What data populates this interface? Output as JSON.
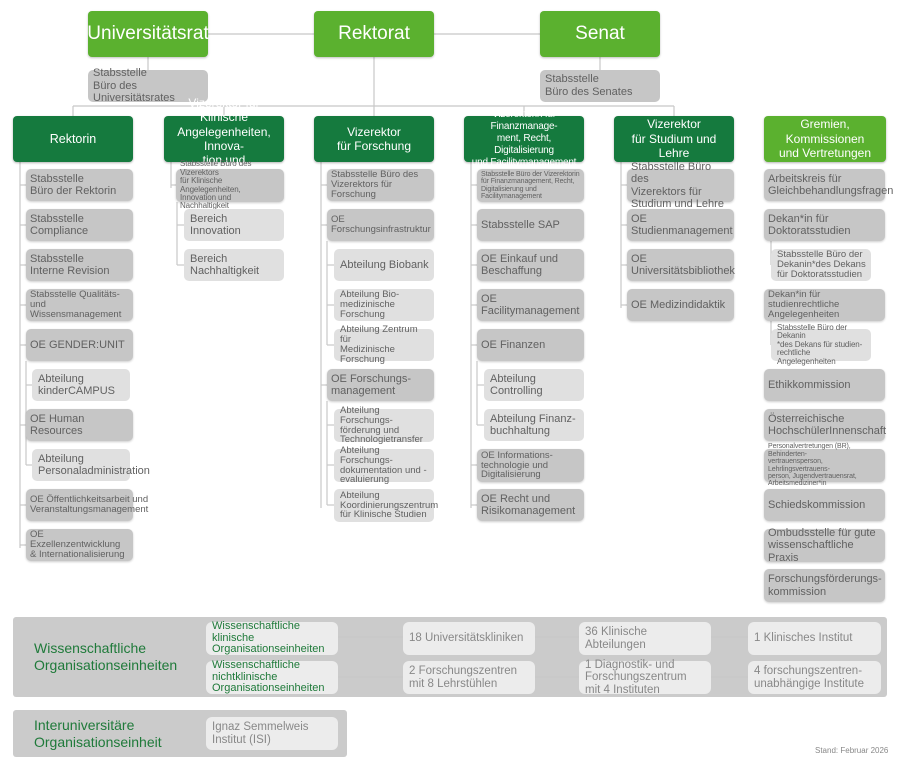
{
  "top_boxes": [
    {
      "id": "universitaetsrat",
      "label": "Universitätsrat"
    },
    {
      "id": "rektorat",
      "label": "Rektorat"
    },
    {
      "id": "senat",
      "label": "Senat"
    }
  ],
  "top_staff": [
    {
      "id": "buero-universitaetsrat",
      "label": "Stabsstelle\nBüro des Universitätsrates"
    },
    {
      "id": "buero-senat",
      "label": "Stabsstelle\nBüro des Senates"
    }
  ],
  "columns": [
    {
      "head": "Rektorin",
      "items": [
        "Stabsstelle\nBüro der Rektorin",
        "Stabsstelle Compliance",
        "Stabsstelle\nInterne Revision",
        "Stabsstelle Qualitäts- und\nWissensmanagement",
        "OE GENDER:UNIT",
        "Abteilung\nkinderCAMPUS",
        "OE Human Resources",
        "Abteilung\nPersonaladministration",
        "OE Öffentlichkeitsarbeit und\nVeranstaltungsmanagement",
        "OE Exzellenzentwicklung\n& Internationalisierung"
      ]
    },
    {
      "head": "Vizerektor für Klinische\nAngelegenheiten, Innova-\ntion und Nachhaltigkeit",
      "items": [
        "Stabsstelle Büro des Vizerektors\nfür Klinische Angelegenheiten,\nInnovation und Nachhaltigkeit",
        "Bereich Innovation",
        "Bereich Nachhaltigkeit"
      ]
    },
    {
      "head": "Vizerektor\nfür Forschung",
      "items": [
        "Stabsstelle Büro des\nVizerektors für Forschung",
        "OE Forschungsinfrastruktur",
        "Abteilung Biobank",
        "Abteilung Bio-\nmedizinische Forschung",
        "Abteilung Zentrum für\nMedizinische Forschung",
        "OE Forschungs-\nmanagement",
        "Abteilung Forschungs-\nförderung und\nTechnologietransfer",
        "Abteilung Forschungs-\ndokumentation und -\nevaluierung",
        "Abteilung\nKoordinierungszentrum\nfür Klinische Studien"
      ]
    },
    {
      "head": "Vizerektorin für Finanzmanage-\nment, Recht, Digitalisierung\nund Facilitymanagement",
      "items": [
        "Stabsstelle Büro der Vizerektorin\nfür Finanzmanagement, Recht,\nDigitalisierung und Facilitymanagement",
        "Stabsstelle SAP",
        "OE Einkauf und\nBeschaffung",
        "OE Facilitymanagement",
        "OE Finanzen",
        "Abteilung Controlling",
        "Abteilung Finanz-\nbuchhaltung",
        "OE Informations-\ntechnologie und\nDigitalisierung",
        "OE Recht und\nRisikomanagement"
      ]
    },
    {
      "head": "Vizerektor\nfür Studium und Lehre",
      "items": [
        "Stabsstelle Büro des\nVizerektors für\nStudium und Lehre",
        "OE Studienmanagement",
        "OE Universitätsbibliothek",
        "OE Medizindidaktik"
      ]
    },
    {
      "head": "Gremien, Kommissionen\nund Vertretungen",
      "items": [
        "Arbeitskreis für\nGleichbehandlungsfragen",
        "Dekan*in für\nDoktoratsstudien",
        "Stabsstelle Büro der\nDekanin*des Dekans\nfür Doktoratsstudien",
        "Dekan*in für\nstudienrechtliche\nAngelegenheiten",
        "Stabsstelle Büro der Dekanin\n*des Dekans für studien-\nrechtliche Angelegenheiten",
        "Ethikkommission",
        "Österreichische\nHochschülerInnenschaft",
        "Personalvertretungen (BR), Behinderten-\nvertrauensperson, Lehrlingsvertrauens-\nperson, Jugendvertrauensrat,\nArbeitsmediziner*in",
        "Schiedskommission",
        "Ombudsstelle für gute\nwissenschaftliche Praxis",
        "Forschungsförderungs-\nkommission"
      ]
    }
  ],
  "panel_wiss": {
    "title": "Wissenschaftliche\nOrganisationseinheiten",
    "row1": [
      "Wissenschaftliche\nklinische\nOrganisationseinheiten",
      "18 Universitätskliniken",
      "36 Klinische Abteilungen",
      "1 Klinisches Institut"
    ],
    "row2": [
      "Wissenschaftliche\nnichtklinische\nOrganisationseinheiten",
      "2 Forschungszentren\nmit 8 Lehrstühlen",
      "1 Diagnostik- und\nForschungszentrum\nmit 4 Instituten",
      "4 forschungszentren-\nunabhängige Institute"
    ]
  },
  "panel_inter": {
    "title": "Interuniversitäre\nOrganisationseinheit",
    "item": "Ignaz Semmelweis\nInstitut (ISI)"
  },
  "footnote": "Stand: Februar 2026"
}
